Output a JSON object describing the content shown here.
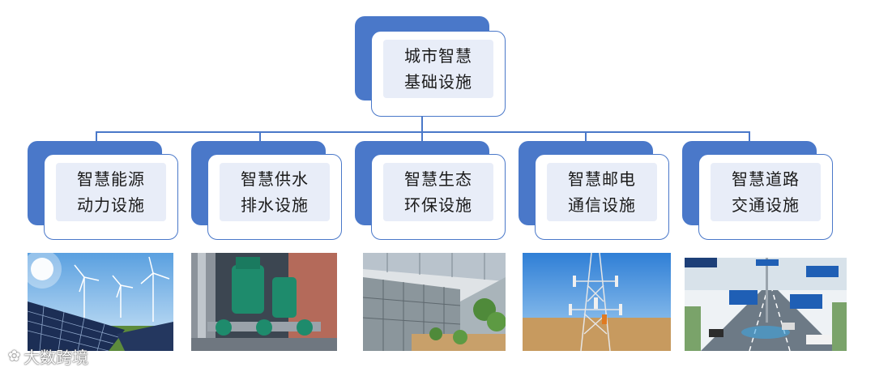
{
  "root": {
    "line1": "城市智慧",
    "line2": "基础设施"
  },
  "children": [
    {
      "line1": "智慧能源",
      "line2": "动力设施",
      "image_icon": "solar-wind-photo"
    },
    {
      "line1": "智慧供水",
      "line2": "排水设施",
      "image_icon": "water-pump-photo"
    },
    {
      "line1": "智慧生态",
      "line2": "环保设施",
      "image_icon": "greenhouse-photo"
    },
    {
      "line1": "智慧邮电",
      "line2": "通信设施",
      "image_icon": "telecom-tower-photo"
    },
    {
      "line1": "智慧道路",
      "line2": "交通设施",
      "image_icon": "smart-road-photo"
    }
  ],
  "watermark": {
    "text": "大数跨境"
  },
  "colors": {
    "accent": "#4a78c9",
    "inner_fill": "#e8edf8"
  }
}
